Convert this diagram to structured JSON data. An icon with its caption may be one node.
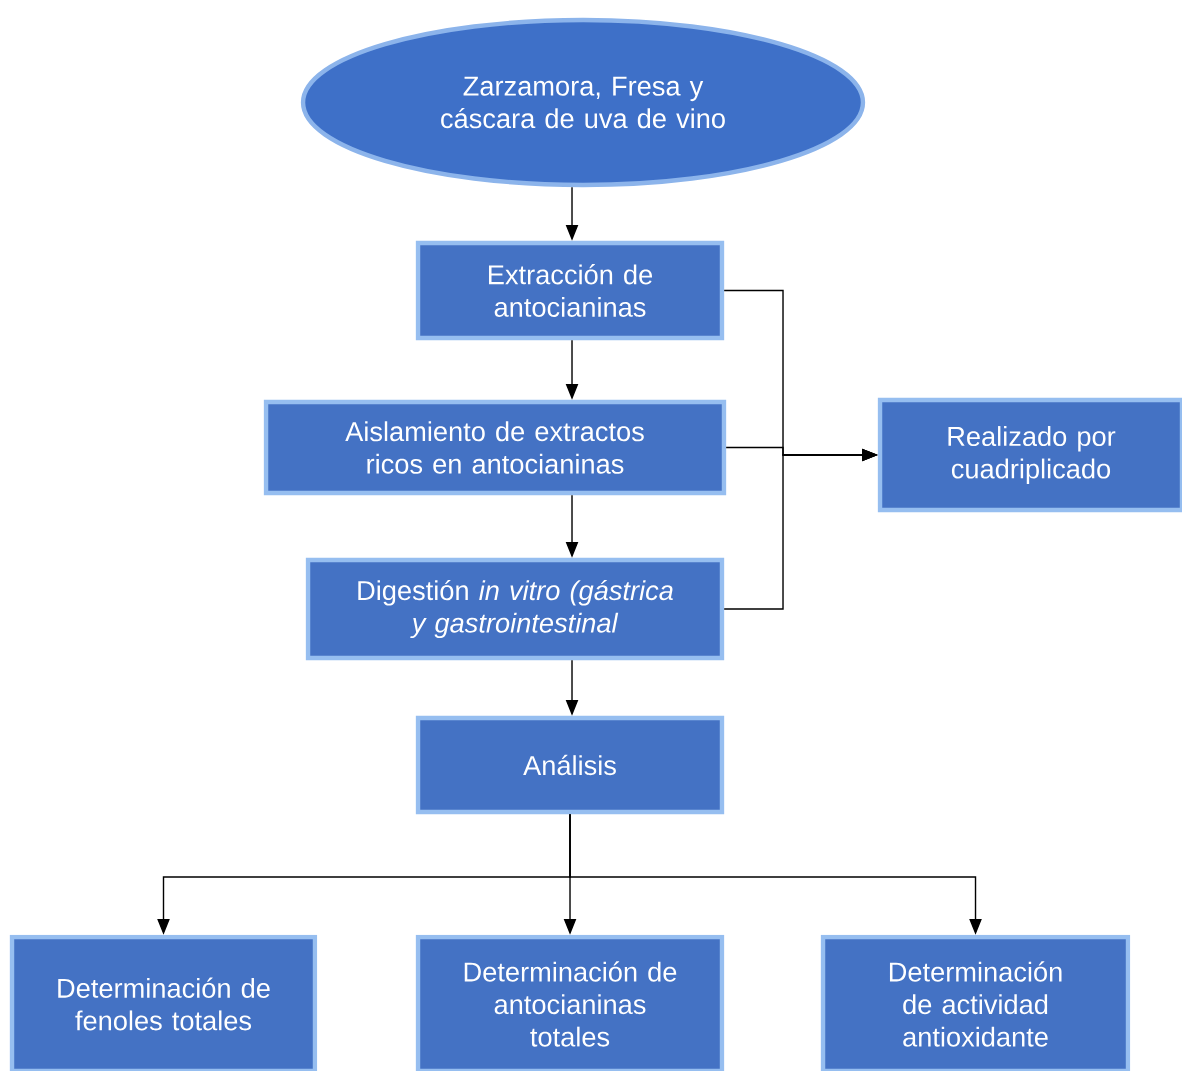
{
  "diagram": {
    "nodes": [
      {
        "text": [
          "Zarzamora, Fresa y cáscara de uva de vino"
        ]
      },
      {
        "text": [
          "Extracción de antocianinas"
        ]
      },
      {
        "text": [
          "Aislamiento de extractos ricos en antocianinas"
        ]
      },
      {
        "text": [
          "Digestión *in vitro (gástrica y gastrointestinal*"
        ]
      },
      {
        "text": [
          "Análisis"
        ]
      },
      {
        "text": [
          "Realizado por cuadriplicado"
        ]
      },
      {
        "text": [
          "Determinación de fenoles totales"
        ]
      },
      {
        "text": [
          "Determinación de antocianinas totales"
        ]
      },
      {
        "text": [
          "Determinación de actividad antioxidante"
        ]
      }
    ],
    "edges": [
      {
        "from": 0,
        "to": 1,
        "arrow": "to"
      },
      {
        "from": 1,
        "to": 2,
        "arrow": "to"
      },
      {
        "from": 2,
        "to": 3,
        "arrow": "to"
      },
      {
        "from": 3,
        "to": 4,
        "arrow": "to"
      },
      {
        "from": 1,
        "to": 5,
        "arrow": "to"
      },
      {
        "from": 2,
        "to": 5,
        "arrow": "to"
      },
      {
        "from": 3,
        "to": 5,
        "arrow": "to"
      },
      {
        "from": 4,
        "to": 6,
        "arrow": "to"
      },
      {
        "from": 4,
        "to": 7,
        "arrow": "to"
      },
      {
        "from": 4,
        "to": 8,
        "arrow": "to"
      }
    ]
  }
}
